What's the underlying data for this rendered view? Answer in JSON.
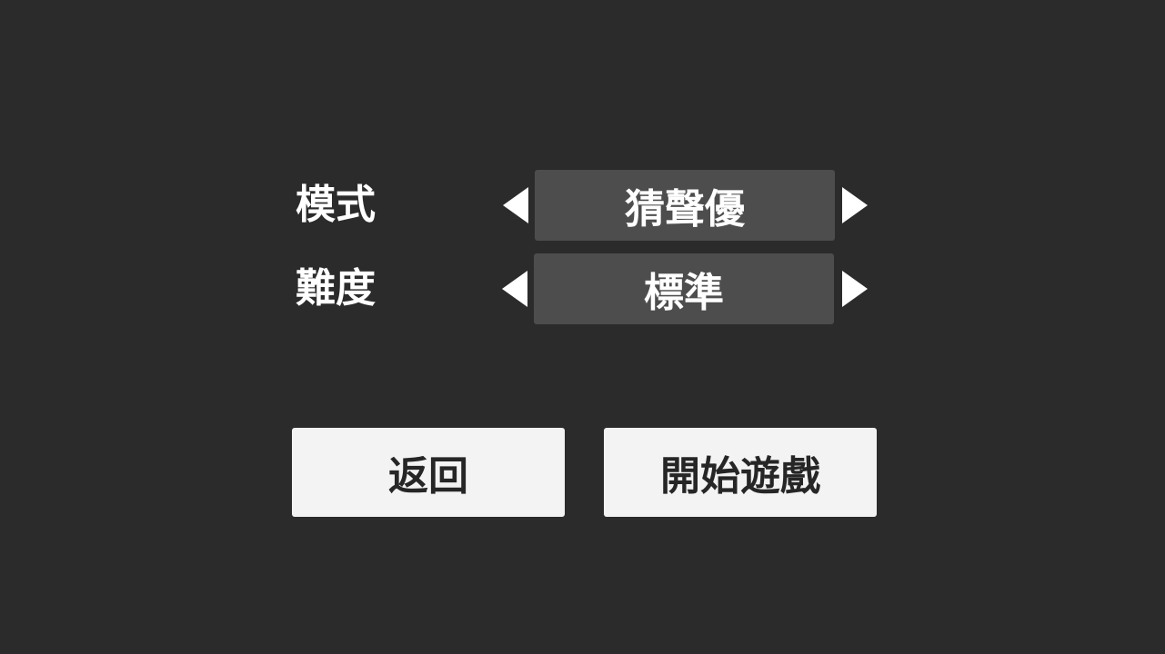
{
  "settings": {
    "mode": {
      "label": "模式",
      "value": "猜聲優"
    },
    "difficulty": {
      "label": "難度",
      "value": "標準"
    }
  },
  "buttons": {
    "back_label": "返回",
    "start_label": "開始遊戲"
  },
  "icons": {
    "prev": "triangle-left-icon",
    "next": "triangle-right-icon"
  },
  "colors": {
    "background": "#2b2b2b",
    "value_box": "#4d4d4d",
    "button": "#f3f3f3",
    "button_text": "#262626",
    "text": "#ffffff"
  }
}
